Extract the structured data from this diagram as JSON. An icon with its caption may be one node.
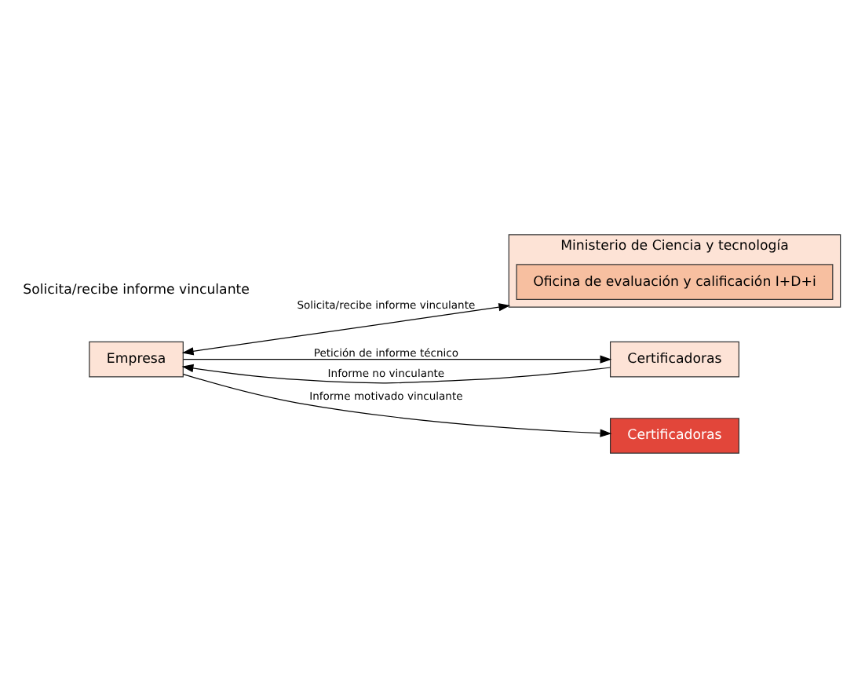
{
  "diagram": {
    "nodes": [
      {
        "text": [
          "Ministerio de Ciencia y tecnología"
        ]
      },
      {
        "text": [
          "Oficina de evaluación y calificación I+D+i"
        ],
        "in": 0
      },
      {
        "text": [
          "Empresa"
        ]
      },
      {
        "text": [
          "Certificadoras"
        ]
      },
      {
        "text": [
          "Certificadoras"
        ]
      }
    ],
    "edges": [
      {
        "from": 2,
        "to": 0,
        "arrow": "both",
        "label": "Solicita/recibe informe vinculante"
      },
      {
        "from": 2,
        "to": 3,
        "arrow": "to",
        "label": "Petición de informe técnico"
      },
      {
        "from": 3,
        "to": 2,
        "arrow": "to",
        "label": "Informe no vinculante"
      },
      {
        "from": 2,
        "to": 4,
        "arrow": "to",
        "label": "Informe motivado vinculante"
      }
    ],
    "labels": [
      "Solicita/recibe informe vinculante"
    ]
  }
}
